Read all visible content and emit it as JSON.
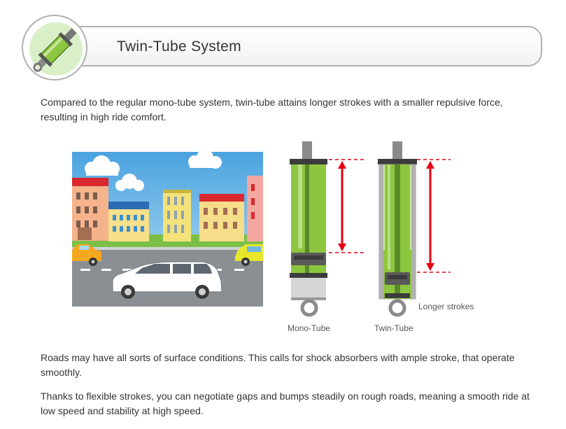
{
  "header": {
    "title": "Twin-Tube System",
    "icon": "shock-absorber-icon"
  },
  "intro": "Compared to the regular mono-tube system, twin-tube attains longer strokes with a smaller repulsive force, resulting in high ride comfort.",
  "diagram": {
    "mono_label": "Mono-Tube",
    "twin_label": "Twin-Tube",
    "annotation": "Longer strokes",
    "colors": {
      "fluid": "#8cc63f",
      "arrow": "#e60012",
      "dark": "#505050"
    }
  },
  "body": {
    "paragraph1": "Roads may have all sorts of surface conditions. This calls for shock absorbers with ample stroke, that operate smoothly.",
    "paragraph2": "Thanks to flexible strokes, you can negotiate gaps and bumps steadily on rough roads, meaning a smooth ride at low speed and stability at high speed."
  }
}
